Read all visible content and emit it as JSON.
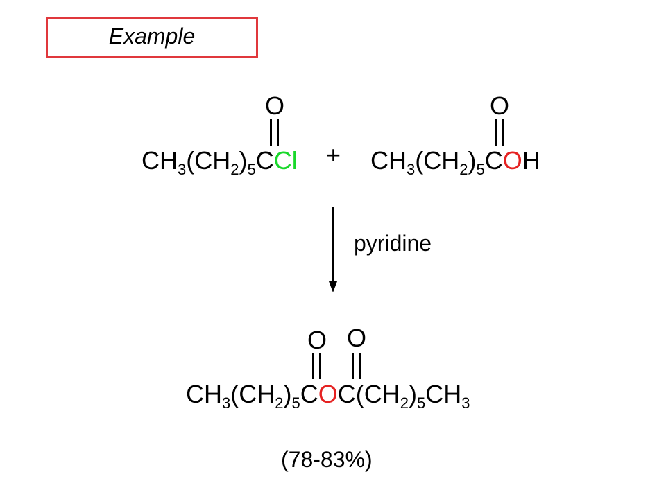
{
  "title": "Example",
  "reactant1": {
    "prefix": "CH",
    "s1": "3",
    "mid1": "(CH",
    "s2": "2",
    "mid2": ")",
    "s3": "5",
    "carbon": "C",
    "leaving": "Cl",
    "oxygen": "O"
  },
  "plus": "+",
  "reactant2": {
    "prefix": "CH",
    "s1": "3",
    "mid1": "(CH",
    "s2": "2",
    "mid2": ")",
    "s3": "5",
    "carbon": "C",
    "ox": "O",
    "h": "H",
    "oxygen": "O"
  },
  "reagent": "pyridine",
  "product": {
    "prefix": "CH",
    "s1": "3",
    "mid1": "(CH",
    "s2": "2",
    "mid2": ")",
    "s3": "5",
    "c1": "C",
    "bridge": "O",
    "c2": "C(CH",
    "s4": "2",
    "mid3": ")",
    "s5": "5",
    "tail": "CH",
    "s6": "3",
    "oxygen1": "O",
    "oxygen2": "O"
  },
  "yield": "(78-83%)",
  "colors": {
    "title_border": "#e0383c",
    "chlorine": "#19d82b",
    "oxygen_highlight": "#e52222"
  }
}
